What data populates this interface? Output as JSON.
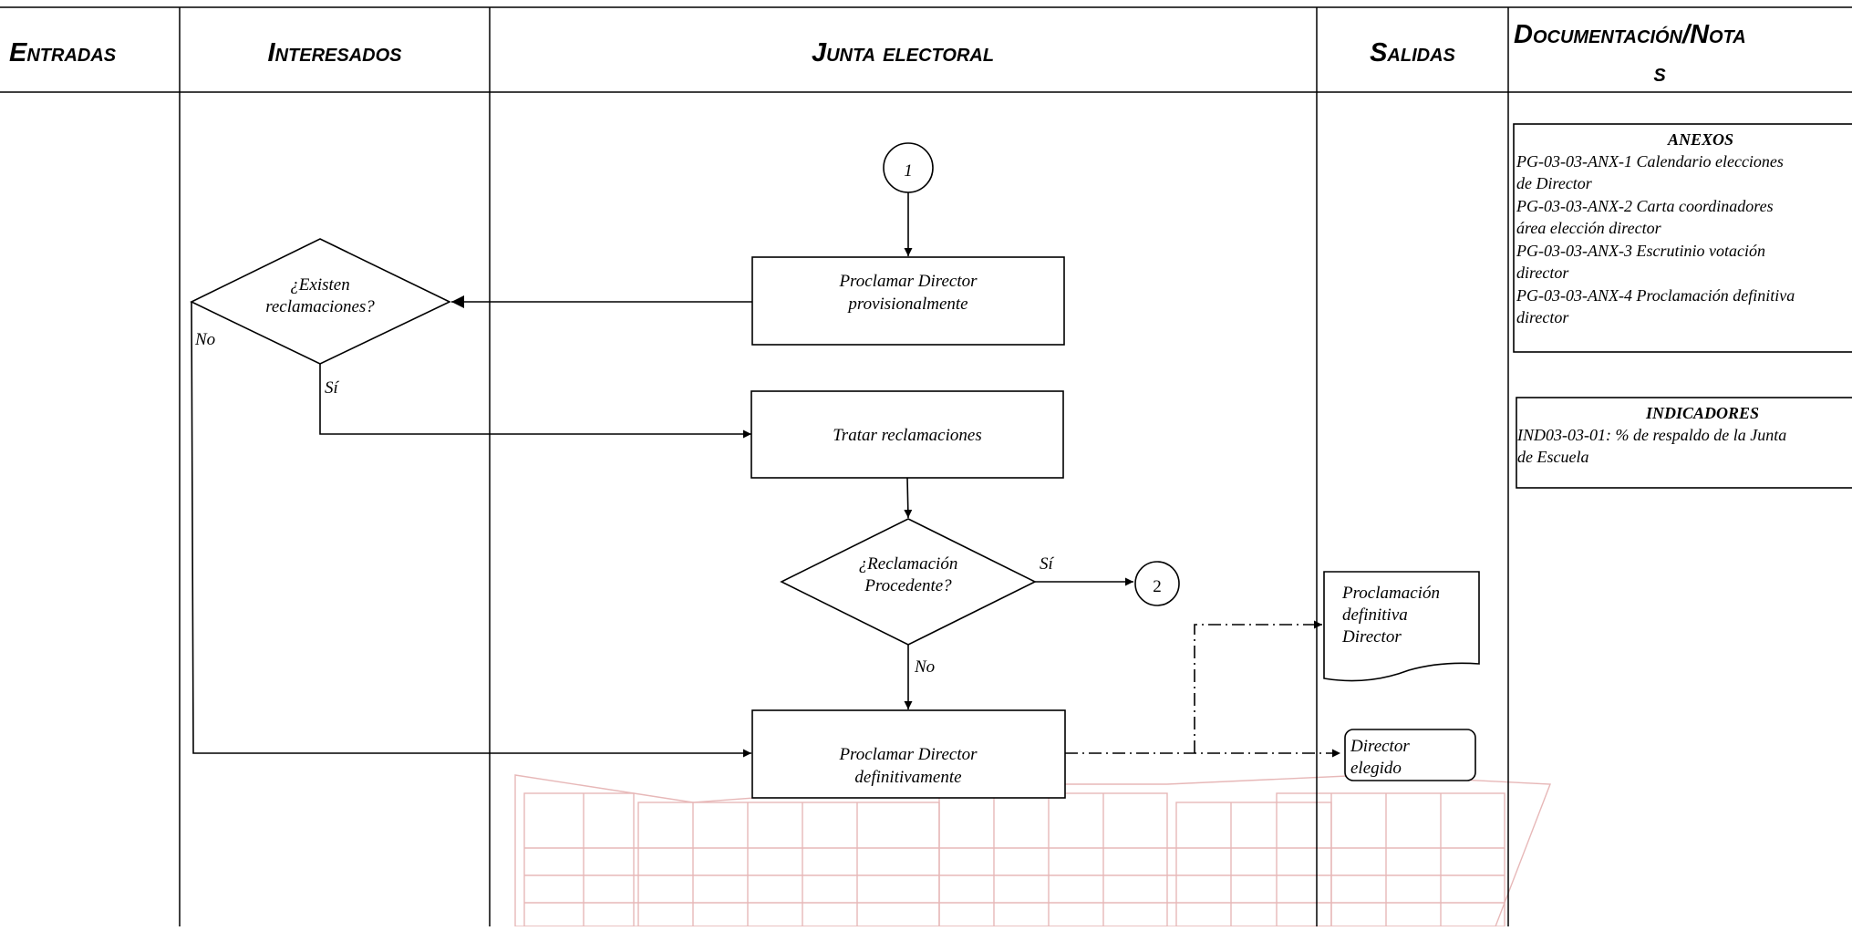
{
  "lanes": {
    "entradas": "Entradas",
    "interesados": "Interesados",
    "junta": "Junta electoral",
    "salidas": "Salidas",
    "doc_line1": "Documentación/Nota",
    "doc_line2": "s"
  },
  "nodes": {
    "connector_start": "1",
    "connector_end": "2",
    "proclamar_prov_l1": "Proclamar Director",
    "proclamar_prov_l2": "provisionalmente",
    "existen_l1": "¿Existen",
    "existen_l2": "reclamaciones?",
    "tratar": "Tratar reclamaciones",
    "procedente_l1": "¿Reclamación",
    "procedente_l2": "Procedente?",
    "proclamar_def_l1": "Proclamar Director",
    "proclamar_def_l2": "definitivamente",
    "doc_out_l1": "Proclamación",
    "doc_out_l2": "definitiva",
    "doc_out_l3": "Director",
    "elegido_l1": "Director",
    "elegido_l2": "elegido"
  },
  "edge_labels": {
    "no_existen": "No",
    "si_existen": "Sí",
    "si_procedente": "Sí",
    "no_procedente": "No"
  },
  "anexos": {
    "title": "ANEXOS",
    "lines": [
      "PG-03-03-ANX-1 Calendario elecciones",
      "de Director",
      "PG-03-03-ANX-2 Carta coordinadores",
      "área elección director",
      "PG-03-03-ANX-3 Escrutinio votación",
      "director",
      "PG-03-03-ANX-4 Proclamación definitiva",
      "director"
    ]
  },
  "indicadores": {
    "title": "INDICADORES",
    "lines": [
      "IND03-03-01:  % de respaldo de la Junta",
      "de Escuela"
    ]
  },
  "colors": {
    "line": "#000000",
    "watermark": "#e7b8b8"
  }
}
